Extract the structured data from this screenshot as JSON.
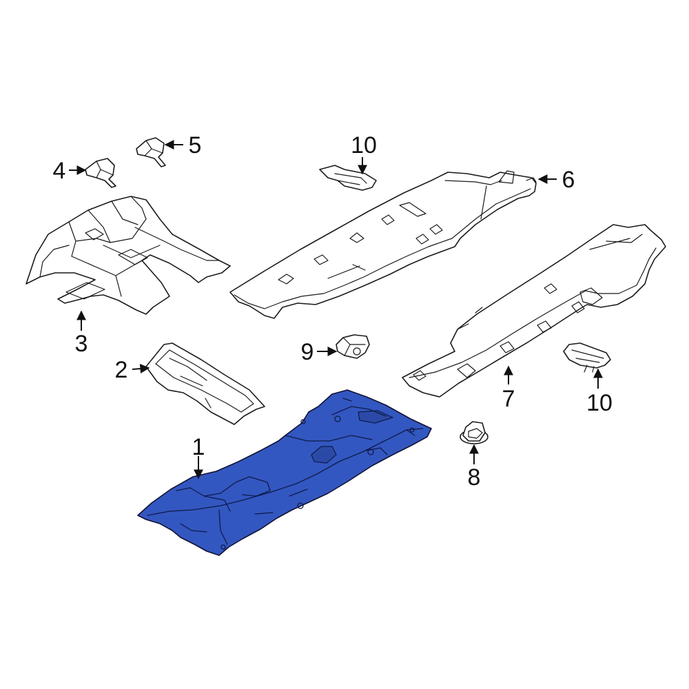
{
  "highlight_color": "#3357c0",
  "callouts": [
    {
      "id": "c1",
      "label": "1"
    },
    {
      "id": "c2",
      "label": "2"
    },
    {
      "id": "c3",
      "label": "3"
    },
    {
      "id": "c4",
      "label": "4"
    },
    {
      "id": "c5",
      "label": "5"
    },
    {
      "id": "c6",
      "label": "6"
    },
    {
      "id": "c7",
      "label": "7"
    },
    {
      "id": "c8",
      "label": "8"
    },
    {
      "id": "c9",
      "label": "9"
    },
    {
      "id": "c10a",
      "label": "10"
    },
    {
      "id": "c10b",
      "label": "10"
    }
  ]
}
